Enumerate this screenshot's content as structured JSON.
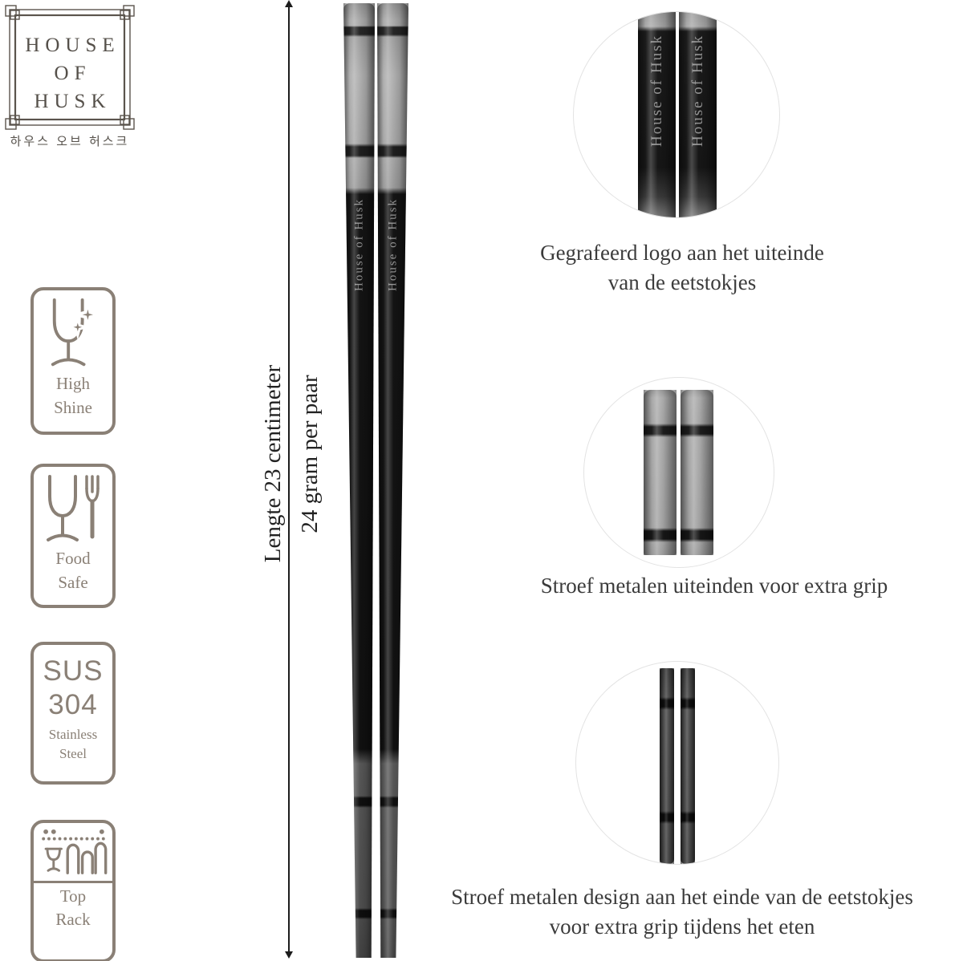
{
  "brand": {
    "name_line1": "HOUSE",
    "name_line2": "OF",
    "name_line3": "HUSK",
    "korean_name": "하우스 오브 허스크"
  },
  "badges": {
    "high_shine": {
      "line1": "High",
      "line2": "Shine"
    },
    "food_safe": {
      "line1": "Food",
      "line2": "Safe"
    },
    "sus_304": {
      "line1": "SUS",
      "line2": "304",
      "line3": "Stainless",
      "line4": "Steel"
    },
    "top_rack": {
      "line1": "Top",
      "line2": "Rack"
    }
  },
  "measurements": {
    "length": "Lengte 23 centimeter",
    "weight": "24 gram per paar"
  },
  "engraving": "House of Husk",
  "callouts": {
    "c1": {
      "line1": "Gegrafeerd logo aan het uiteinde",
      "line2": "van de eetstokjes"
    },
    "c2": {
      "line1": "Stroef metalen uiteinden voor extra grip"
    },
    "c3": {
      "line1": "Stroef metalen design aan het einde van de eetstokjes",
      "line2": "voor extra grip tijdens het eten"
    }
  },
  "colors": {
    "badge_accent": "#8a8076",
    "logo_ink": "#55504a",
    "caption_ink": "#3b3b3b",
    "stick_black": "#101010",
    "stick_silver": "#a7a7a7",
    "stick_tip_gray": "#4f4f4f",
    "circle_border": "#e3e3e3"
  }
}
